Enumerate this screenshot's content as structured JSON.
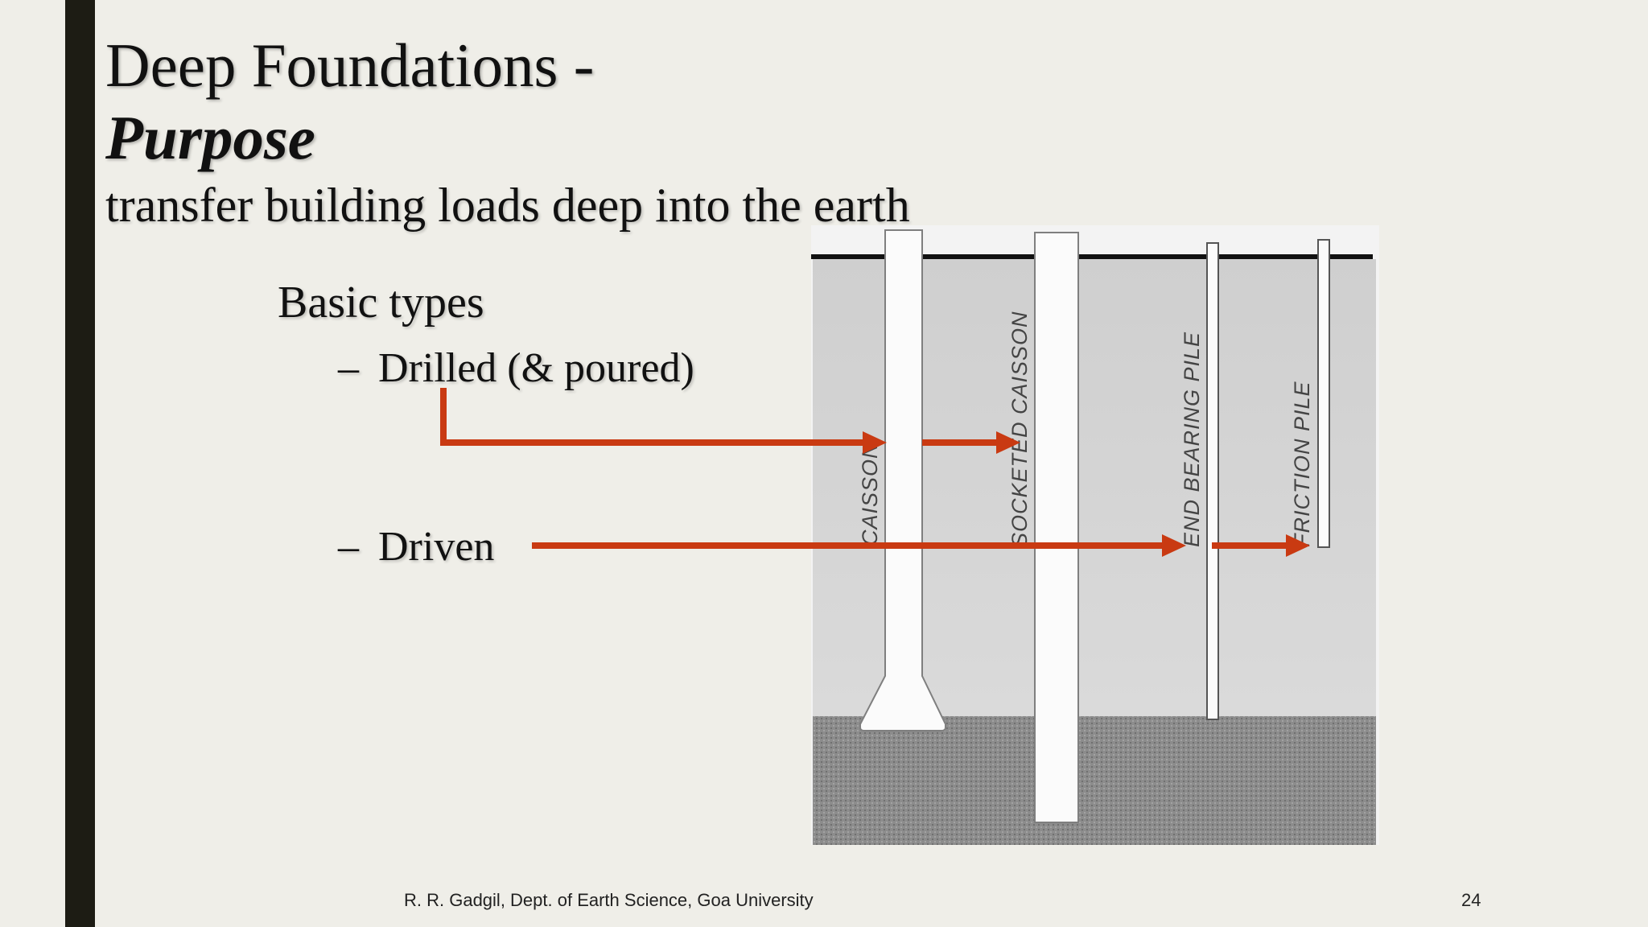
{
  "slide": {
    "title": "Deep Foundations -",
    "subtitle": "Purpose",
    "purpose_text": "transfer building loads deep into the earth",
    "types_heading": "Basic types",
    "bullets": [
      {
        "dash": "–",
        "label": "Drilled (& poured)"
      },
      {
        "dash": "–",
        "label": "Driven"
      }
    ]
  },
  "diagram": {
    "labels": {
      "caisson": "CAISSON",
      "socketed": "SOCKETED CAISSON",
      "end_bearing": "END BEARING PILE",
      "friction": "FRICTION PILE"
    }
  },
  "footer": {
    "credit": "R. R. Gadgil, Dept. of Earth Science, Goa University",
    "page_number": "24"
  },
  "colors": {
    "arrow": "#c93a12",
    "sidebar": "#1d1c14",
    "background": "#efeee8"
  }
}
